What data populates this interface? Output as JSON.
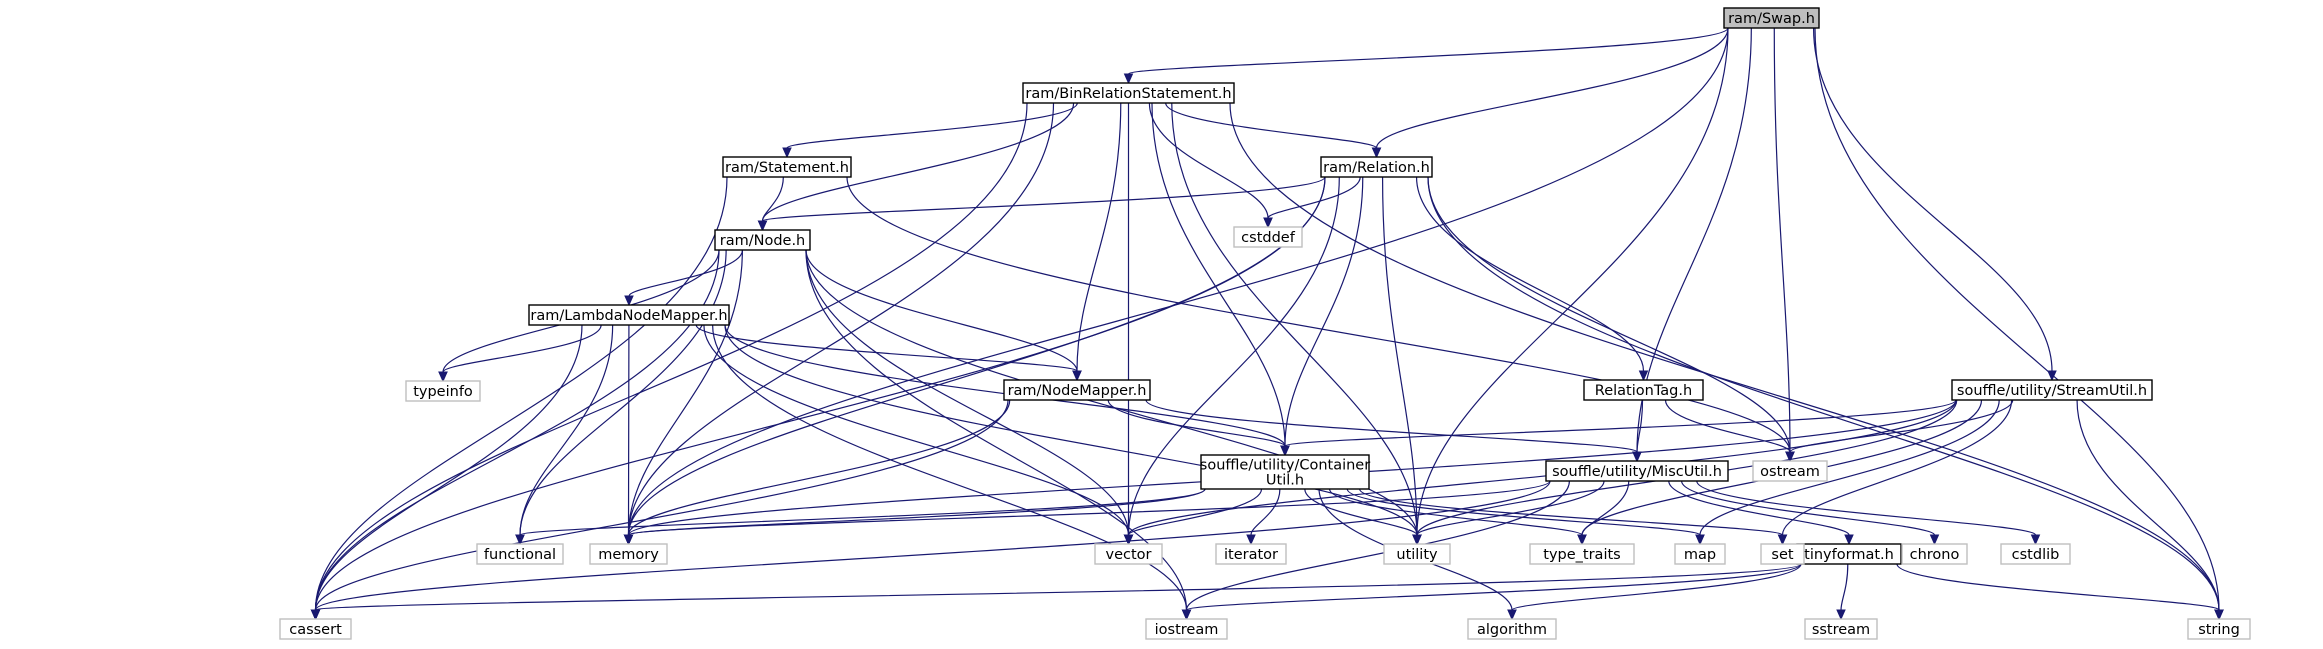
{
  "graph": {
    "title": "ram/Swap.h",
    "colors": {
      "edge": "#191970",
      "node_border": "#000000",
      "system_border": "#bfbfbf",
      "root_fill": "#bfbfbf"
    },
    "nodes": [
      {
        "id": "swap",
        "lines": [
          "ram/Swap.h"
        ],
        "kind": "root"
      },
      {
        "id": "binrel",
        "lines": [
          "ram/BinRelationStatement.h"
        ],
        "kind": "normal"
      },
      {
        "id": "statement",
        "lines": [
          "ram/Statement.h"
        ],
        "kind": "normal"
      },
      {
        "id": "relation",
        "lines": [
          "ram/Relation.h"
        ],
        "kind": "normal"
      },
      {
        "id": "node",
        "lines": [
          "ram/Node.h"
        ],
        "kind": "normal"
      },
      {
        "id": "lambda",
        "lines": [
          "ram/LambdaNodeMapper.h"
        ],
        "kind": "normal"
      },
      {
        "id": "nodemapper",
        "lines": [
          "ram/NodeMapper.h"
        ],
        "kind": "normal"
      },
      {
        "id": "relationtag",
        "lines": [
          "RelationTag.h"
        ],
        "kind": "normal"
      },
      {
        "id": "streamutil",
        "lines": [
          "souffle/utility/StreamUtil.h"
        ],
        "kind": "normal"
      },
      {
        "id": "containerutil",
        "lines": [
          "souffle/utility/Container",
          "Util.h"
        ],
        "kind": "normal"
      },
      {
        "id": "miscutil",
        "lines": [
          "souffle/utility/MiscUtil.h"
        ],
        "kind": "normal"
      },
      {
        "id": "tinyformat",
        "lines": [
          "tinyformat.h"
        ],
        "kind": "normal"
      },
      {
        "id": "cstddef",
        "lines": [
          "cstddef"
        ],
        "kind": "sys"
      },
      {
        "id": "typeinfo",
        "lines": [
          "typeinfo"
        ],
        "kind": "sys"
      },
      {
        "id": "ostream",
        "lines": [
          "ostream"
        ],
        "kind": "sys"
      },
      {
        "id": "functional",
        "lines": [
          "functional"
        ],
        "kind": "sys"
      },
      {
        "id": "memory",
        "lines": [
          "memory"
        ],
        "kind": "sys"
      },
      {
        "id": "vector",
        "lines": [
          "vector"
        ],
        "kind": "sys"
      },
      {
        "id": "iterator",
        "lines": [
          "iterator"
        ],
        "kind": "sys"
      },
      {
        "id": "utility",
        "lines": [
          "utility"
        ],
        "kind": "sys"
      },
      {
        "id": "type_traits",
        "lines": [
          "type_traits"
        ],
        "kind": "sys"
      },
      {
        "id": "map",
        "lines": [
          "map"
        ],
        "kind": "sys"
      },
      {
        "id": "set",
        "lines": [
          "set"
        ],
        "kind": "sys"
      },
      {
        "id": "chrono",
        "lines": [
          "chrono"
        ],
        "kind": "sys"
      },
      {
        "id": "cstdlib",
        "lines": [
          "cstdlib"
        ],
        "kind": "sys"
      },
      {
        "id": "cassert",
        "lines": [
          "cassert"
        ],
        "kind": "sys"
      },
      {
        "id": "iostream",
        "lines": [
          "iostream"
        ],
        "kind": "sys"
      },
      {
        "id": "algorithm",
        "lines": [
          "algorithm"
        ],
        "kind": "sys"
      },
      {
        "id": "sstream",
        "lines": [
          "sstream"
        ],
        "kind": "sys"
      },
      {
        "id": "string",
        "lines": [
          "string"
        ],
        "kind": "sys"
      }
    ],
    "edges": [
      [
        "swap",
        "binrel"
      ],
      [
        "swap",
        "relation"
      ],
      [
        "swap",
        "memory"
      ],
      [
        "swap",
        "ostream"
      ],
      [
        "swap",
        "string"
      ],
      [
        "swap",
        "streamutil"
      ],
      [
        "swap",
        "miscutil"
      ],
      [
        "swap",
        "utility"
      ],
      [
        "binrel",
        "statement"
      ],
      [
        "binrel",
        "relation"
      ],
      [
        "binrel",
        "node"
      ],
      [
        "binrel",
        "nodemapper"
      ],
      [
        "binrel",
        "containerutil"
      ],
      [
        "binrel",
        "cstddef"
      ],
      [
        "binrel",
        "vector"
      ],
      [
        "binrel",
        "utility"
      ],
      [
        "binrel",
        "string"
      ],
      [
        "binrel",
        "cassert"
      ],
      [
        "binrel",
        "memory"
      ],
      [
        "statement",
        "node"
      ],
      [
        "statement",
        "ostream"
      ],
      [
        "statement",
        "cassert"
      ],
      [
        "relation",
        "node"
      ],
      [
        "relation",
        "relationtag"
      ],
      [
        "relation",
        "containerutil"
      ],
      [
        "relation",
        "cstddef"
      ],
      [
        "relation",
        "cassert"
      ],
      [
        "relation",
        "memory"
      ],
      [
        "relation",
        "ostream"
      ],
      [
        "relation",
        "string"
      ],
      [
        "relation",
        "utility"
      ],
      [
        "relation",
        "vector"
      ],
      [
        "node",
        "lambda"
      ],
      [
        "node",
        "nodemapper"
      ],
      [
        "node",
        "typeinfo"
      ],
      [
        "node",
        "functional"
      ],
      [
        "node",
        "memory"
      ],
      [
        "node",
        "vector"
      ],
      [
        "node",
        "cassert"
      ],
      [
        "node",
        "iostream"
      ],
      [
        "node",
        "utility"
      ],
      [
        "lambda",
        "nodemapper"
      ],
      [
        "lambda",
        "typeinfo"
      ],
      [
        "lambda",
        "containerutil"
      ],
      [
        "lambda",
        "functional"
      ],
      [
        "lambda",
        "memory"
      ],
      [
        "lambda",
        "cassert"
      ],
      [
        "lambda",
        "iostream"
      ],
      [
        "lambda",
        "utility"
      ],
      [
        "lambda",
        "vector"
      ],
      [
        "nodemapper",
        "containerutil"
      ],
      [
        "nodemapper",
        "miscutil"
      ],
      [
        "nodemapper",
        "memory"
      ],
      [
        "nodemapper",
        "cassert"
      ],
      [
        "relationtag",
        "miscutil"
      ],
      [
        "relationtag",
        "ostream"
      ],
      [
        "streamutil",
        "containerutil"
      ],
      [
        "streamutil",
        "ostream"
      ],
      [
        "streamutil",
        "string"
      ],
      [
        "streamutil",
        "vector"
      ],
      [
        "streamutil",
        "utility"
      ],
      [
        "streamutil",
        "map"
      ],
      [
        "streamutil",
        "set"
      ],
      [
        "streamutil",
        "type_traits"
      ],
      [
        "streamutil",
        "memory"
      ],
      [
        "containerutil",
        "functional"
      ],
      [
        "containerutil",
        "memory"
      ],
      [
        "containerutil",
        "vector"
      ],
      [
        "containerutil",
        "iterator"
      ],
      [
        "containerutil",
        "utility"
      ],
      [
        "containerutil",
        "type_traits"
      ],
      [
        "containerutil",
        "map"
      ],
      [
        "containerutil",
        "set"
      ],
      [
        "containerutil",
        "algorithm"
      ],
      [
        "miscutil",
        "tinyformat"
      ],
      [
        "miscutil",
        "chrono"
      ],
      [
        "miscutil",
        "cstdlib"
      ],
      [
        "miscutil",
        "memory"
      ],
      [
        "miscutil",
        "utility"
      ],
      [
        "miscutil",
        "type_traits"
      ],
      [
        "miscutil",
        "cassert"
      ],
      [
        "miscutil",
        "iostream"
      ],
      [
        "tinyformat",
        "cassert"
      ],
      [
        "tinyformat",
        "iostream"
      ],
      [
        "tinyformat",
        "sstream"
      ],
      [
        "tinyformat",
        "string"
      ],
      [
        "tinyformat",
        "algorithm"
      ]
    ]
  }
}
